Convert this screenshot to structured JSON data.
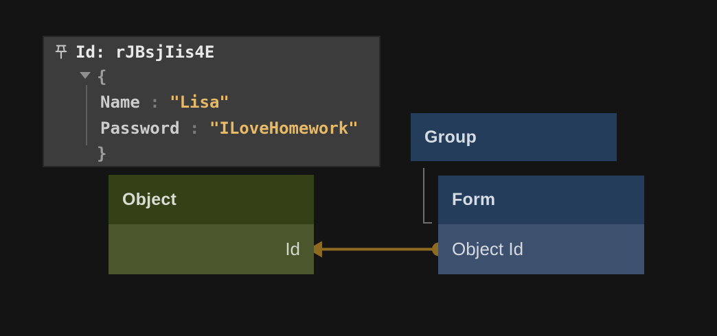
{
  "canvas": {
    "background": "#141414"
  },
  "tooltip": {
    "title": "Id: rJBsjIis4E",
    "open_brace": "{",
    "close_brace": "}",
    "fields": [
      {
        "key": "Name",
        "separator": " : ",
        "value": "\"Lisa\""
      },
      {
        "key": "Password",
        "separator": " : ",
        "value": "\"ILoveHomework\""
      }
    ],
    "colors": {
      "background": "#3c3c3c",
      "border": "#282828",
      "title_text": "#e9e9e9",
      "key_text": "#cdcdcd",
      "string_value": "#e7ba68",
      "brace": "#9e9e9e"
    }
  },
  "nodes": {
    "object": {
      "title": "Object",
      "field": "Id",
      "header_bg": "#344016",
      "body_bg": "#4b562c"
    },
    "group": {
      "title": "Group",
      "header_bg": "#233d5a"
    },
    "form": {
      "title": "Form",
      "field": "Object Id",
      "header_bg": "#233d5a",
      "body_bg": "#3d516f"
    }
  },
  "connection": {
    "from_node": "Form",
    "from_field": "Object Id",
    "to_node": "Object",
    "to_field": "Id",
    "color": "#8e6b21"
  },
  "group_form_link_color": "#6e6e6e"
}
